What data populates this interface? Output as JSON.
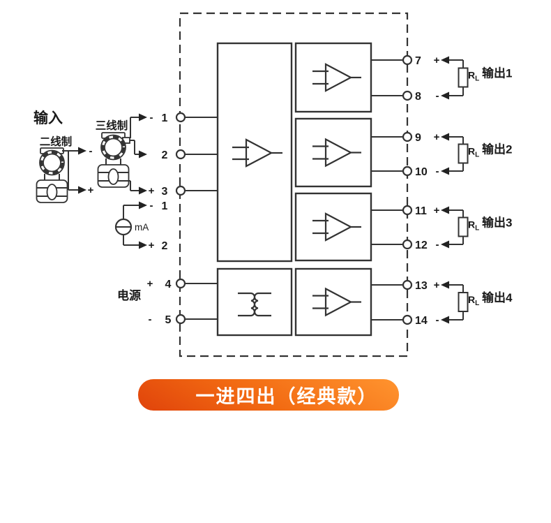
{
  "banner": {
    "text": "一进四出（经典款）",
    "color_dark": "#e0430b",
    "color_mid": "#f26a12",
    "color_light": "#ff942f",
    "text_color": "#ffffff"
  },
  "section_labels": {
    "input": "输入",
    "two_wire": "二线制",
    "three_wire": "三线制",
    "power": "电源",
    "ma_source": "mA"
  },
  "two_wire_signs": {
    "minus": "-",
    "plus": "+"
  },
  "input_terminals": [
    {
      "sign": "-",
      "number": "1"
    },
    {
      "sign": "",
      "number": "2"
    },
    {
      "sign": "+",
      "number": "3"
    }
  ],
  "ma_terminals": [
    {
      "sign": "-",
      "number": "1"
    },
    {
      "sign": "+",
      "number": "2"
    }
  ],
  "power_terminals": [
    {
      "sign": "+",
      "number": "4"
    },
    {
      "sign": "-",
      "number": "5"
    }
  ],
  "outputs": [
    {
      "plus_terminal": "7",
      "plus_sign": "+",
      "minus_terminal": "8",
      "minus_sign": "-",
      "load_r": "R",
      "load_sub": "L",
      "label": "输出1"
    },
    {
      "plus_terminal": "9",
      "plus_sign": "+",
      "minus_terminal": "10",
      "minus_sign": "-",
      "load_r": "R",
      "load_sub": "L",
      "label": "输出2"
    },
    {
      "plus_terminal": "11",
      "plus_sign": "+",
      "minus_terminal": "12",
      "minus_sign": "-",
      "load_r": "R",
      "load_sub": "L",
      "label": "输出3"
    },
    {
      "plus_terminal": "13",
      "plus_sign": "+",
      "minus_terminal": "14",
      "minus_sign": "-",
      "load_r": "R",
      "load_sub": "L",
      "label": "输出4"
    }
  ],
  "diagram_colors": {
    "line": "#333333",
    "text": "#1a1a1a"
  }
}
